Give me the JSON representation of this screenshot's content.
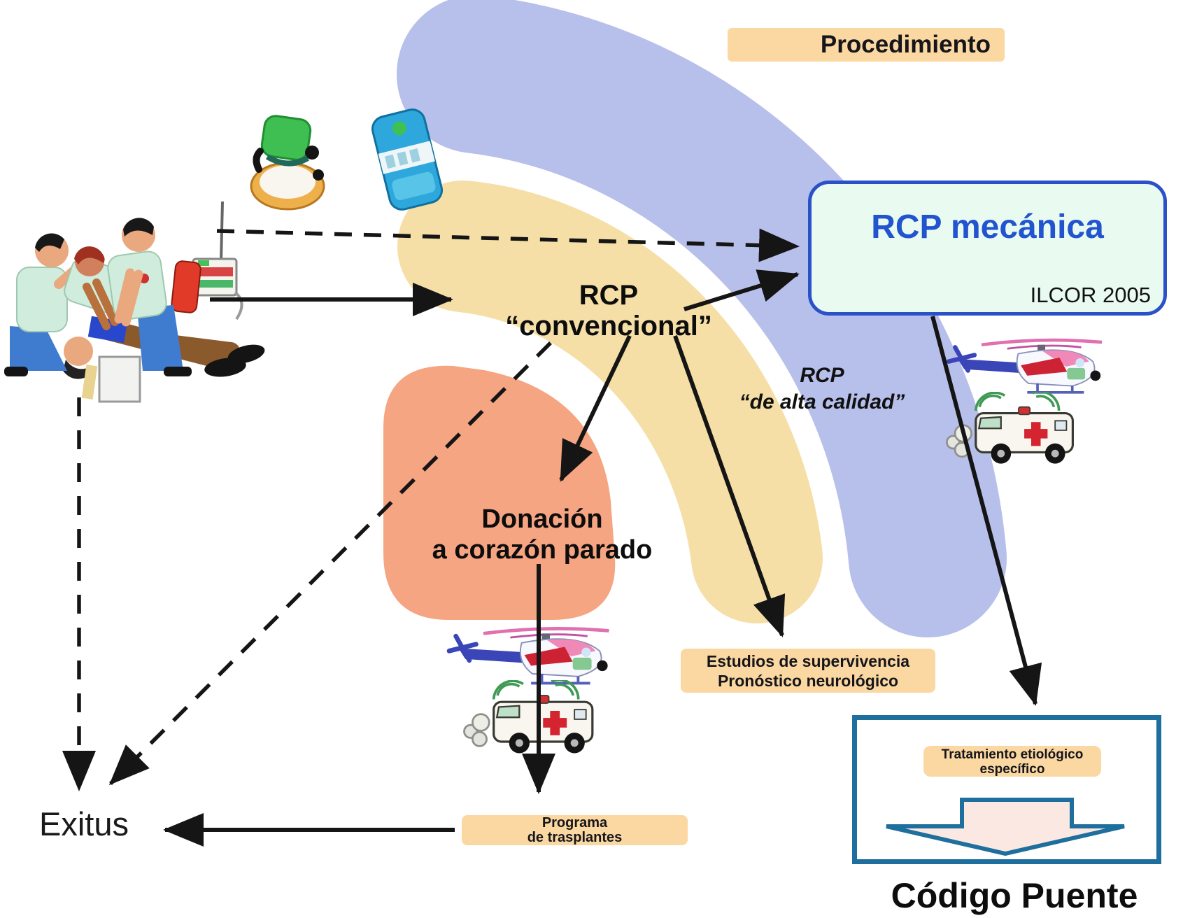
{
  "procedimiento_label": "Procedimiento",
  "rcp_mecanica": {
    "title": "RCP mecánica",
    "reference": "ILCOR 2005"
  },
  "rcp_convencional": {
    "line1": "RCP",
    "line2": "“convencional”"
  },
  "rcp_alta_calidad": {
    "line1": "RCP",
    "line2": "“de alta calidad”"
  },
  "donacion": {
    "line1": "Donación",
    "line2": "a corazón parado"
  },
  "estudios": {
    "line1": "Estudios de supervivencia",
    "line2": "Pronóstico neurológico"
  },
  "tratamiento": {
    "line1": "Tratamiento etiológico",
    "line2": "específico"
  },
  "programa": {
    "line1": "Programa",
    "line2": "de trasplantes"
  },
  "exitus_label": "Exitus",
  "codigo_puente_label": "Código Puente",
  "icons": {
    "cpr_scene": "cpr-team-clipart",
    "bvm": "bag-valve-mask-clipart",
    "defib": "portable-defibrillator-clipart",
    "helicopter": "medical-helicopter-clipart",
    "ambulance": "ambulance-clipart",
    "big_arrow": "down-arrow-shape"
  },
  "colors": {
    "band_blue": "#b7bfeb",
    "band_yellow": "#f5dfa7",
    "band_orange": "#f5a581",
    "label_box_bg": "#fbd8a2",
    "mecanica_box_bg": "#e9faf1",
    "mecanica_border": "#2b51c8",
    "mecanica_title_text": "#2254d0",
    "container_border": "#1e6f9e",
    "big_arrow_fill": "#fce8e2",
    "arrow_color": "#151515",
    "text_color": "#111111"
  }
}
